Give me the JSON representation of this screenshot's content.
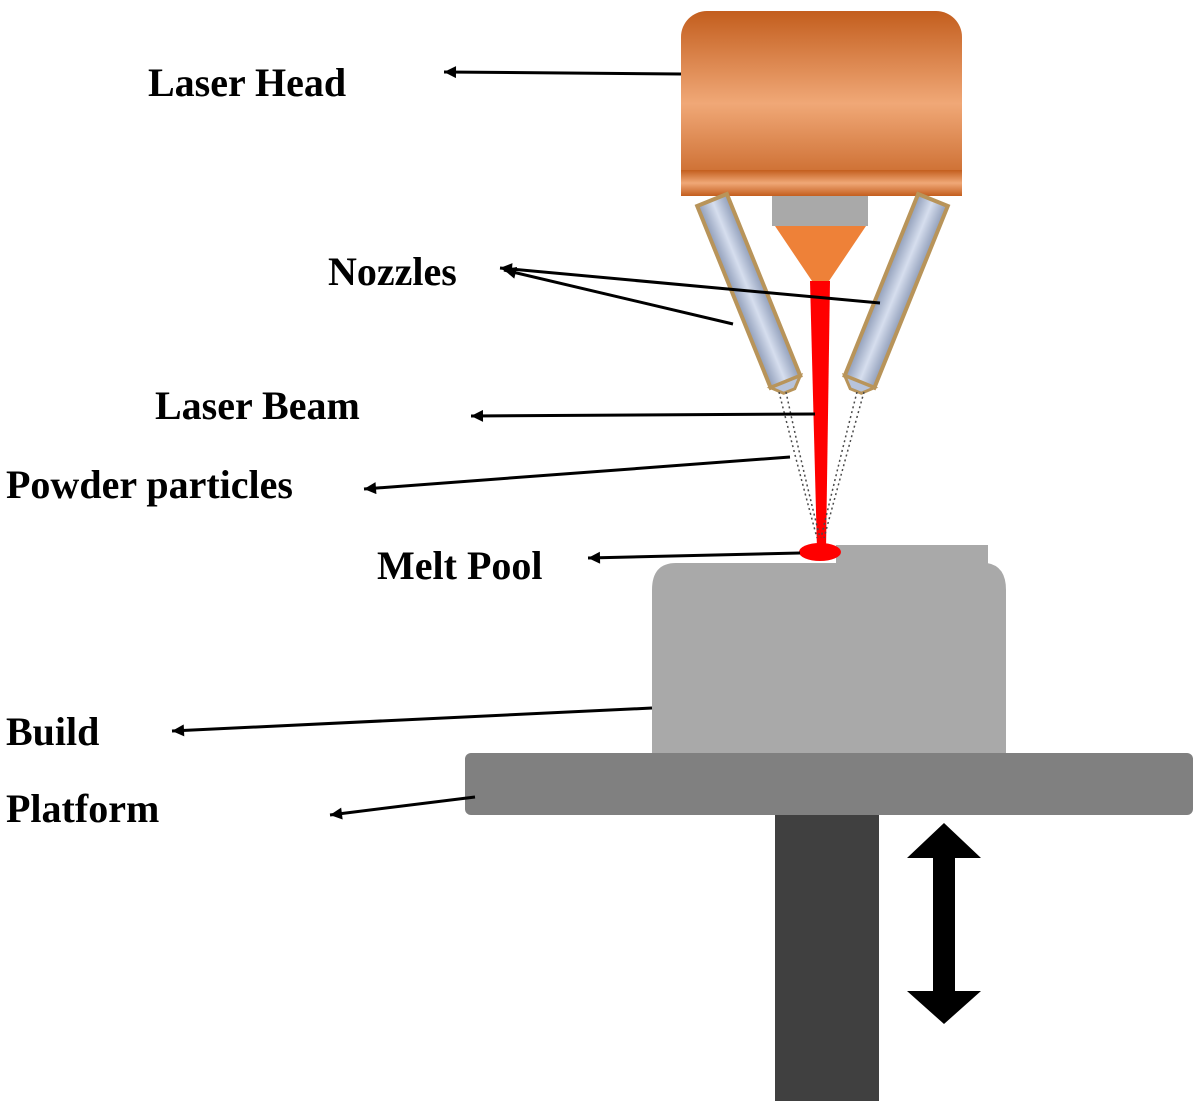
{
  "labels": {
    "laser_head": "Laser Head",
    "nozzles": "Nozzles",
    "laser_beam": "Laser Beam",
    "powder_particles": "Powder particles",
    "melt_pool": "Melt Pool",
    "build": "Build",
    "platform": "Platform"
  },
  "colors": {
    "laser_head_edge": "#C35E1E",
    "laser_head_mid": "#F0A877",
    "nozzle_fill": "#B7C3DA",
    "nozzle_border": "#B8945A",
    "lens_housing": "#A9A9A9",
    "lens_cone": "#EE8138",
    "laser_beam": "#FF0000",
    "build": "#A9A9A9",
    "platform": "#808080",
    "pillar": "#404040",
    "arrows": "#000000"
  },
  "icons": {
    "motion": "double-headed-vertical-arrow"
  }
}
